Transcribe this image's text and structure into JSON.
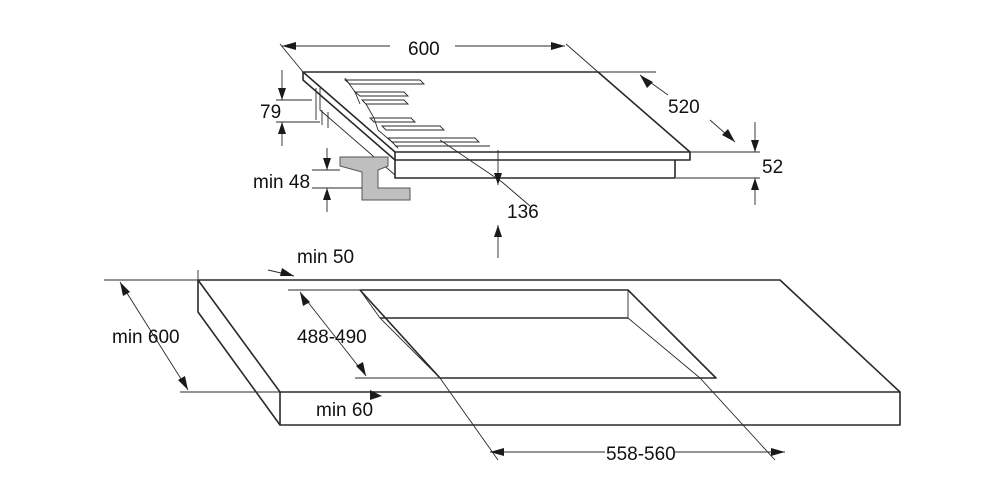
{
  "diagram": {
    "hob": {
      "width": "600",
      "depth": "520",
      "height": "52",
      "burner_height": "79",
      "min_clearance": "min 48",
      "drop": "136"
    },
    "worktop": {
      "back_clearance": "min 50",
      "depth": "min 600",
      "cutout_depth": "488-490",
      "front_clearance": "min 60",
      "cutout_width": "558-560"
    },
    "colors": {
      "line": "#2a2a2a",
      "bracket_fill": "#bfbfbf",
      "background": "#ffffff"
    }
  }
}
